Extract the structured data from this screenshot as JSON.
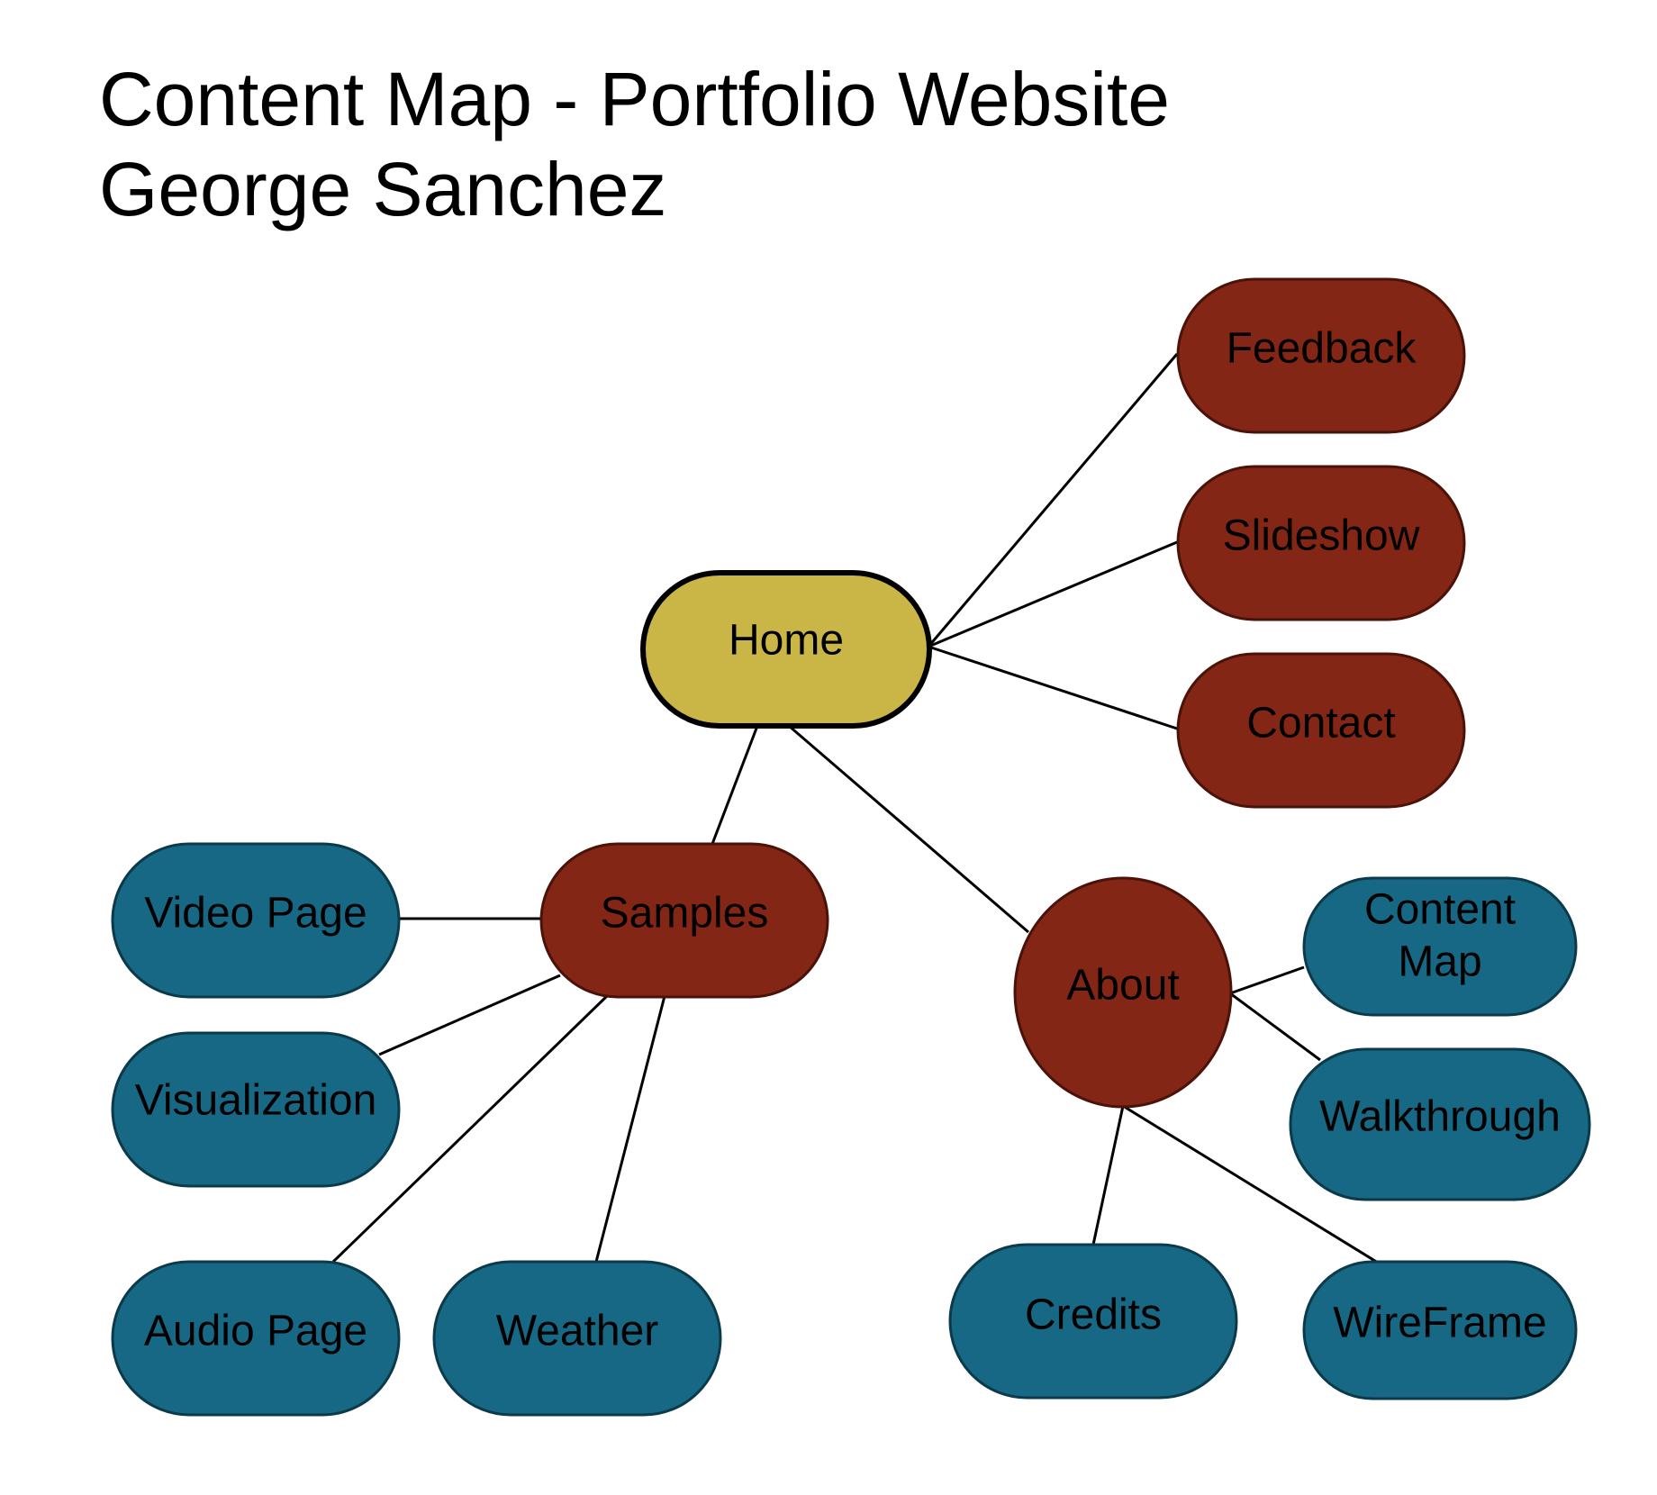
{
  "title": {
    "line1": "Content Map - Portfolio Website",
    "line2": "George Sanchez"
  },
  "colors": {
    "root": "#cab547",
    "section": "#832615",
    "page": "#176884",
    "root_stroke": "#000000",
    "section_stroke": "#4a1208",
    "page_stroke": "#0b3a4a",
    "connector": "#000000"
  },
  "nodes": {
    "home": {
      "label": "Home",
      "kind": "root"
    },
    "feedback": {
      "label": "Feedback",
      "kind": "section"
    },
    "slideshow": {
      "label": "Slideshow",
      "kind": "section"
    },
    "contact": {
      "label": "Contact",
      "kind": "section"
    },
    "samples": {
      "label": "Samples",
      "kind": "section"
    },
    "about": {
      "label": "About",
      "kind": "section"
    },
    "video_page": {
      "label": "Video Page",
      "kind": "page"
    },
    "visualization": {
      "label": "Visualization",
      "kind": "page"
    },
    "audio_page": {
      "label": "Audio Page",
      "kind": "page"
    },
    "weather": {
      "label": "Weather",
      "kind": "page"
    },
    "content_map": {
      "label_line1": "Content",
      "label_line2": "Map",
      "kind": "page"
    },
    "walkthrough": {
      "label": "Walkthrough",
      "kind": "page"
    },
    "credits": {
      "label": "Credits",
      "kind": "page"
    },
    "wireframe": {
      "label": "WireFrame",
      "kind": "page"
    }
  },
  "edges": [
    {
      "from": "home",
      "to": "feedback"
    },
    {
      "from": "home",
      "to": "slideshow"
    },
    {
      "from": "home",
      "to": "contact"
    },
    {
      "from": "home",
      "to": "samples"
    },
    {
      "from": "home",
      "to": "about"
    },
    {
      "from": "samples",
      "to": "video_page"
    },
    {
      "from": "samples",
      "to": "visualization"
    },
    {
      "from": "samples",
      "to": "audio_page"
    },
    {
      "from": "samples",
      "to": "weather"
    },
    {
      "from": "about",
      "to": "content_map"
    },
    {
      "from": "about",
      "to": "walkthrough"
    },
    {
      "from": "about",
      "to": "credits"
    },
    {
      "from": "about",
      "to": "wireframe"
    }
  ]
}
